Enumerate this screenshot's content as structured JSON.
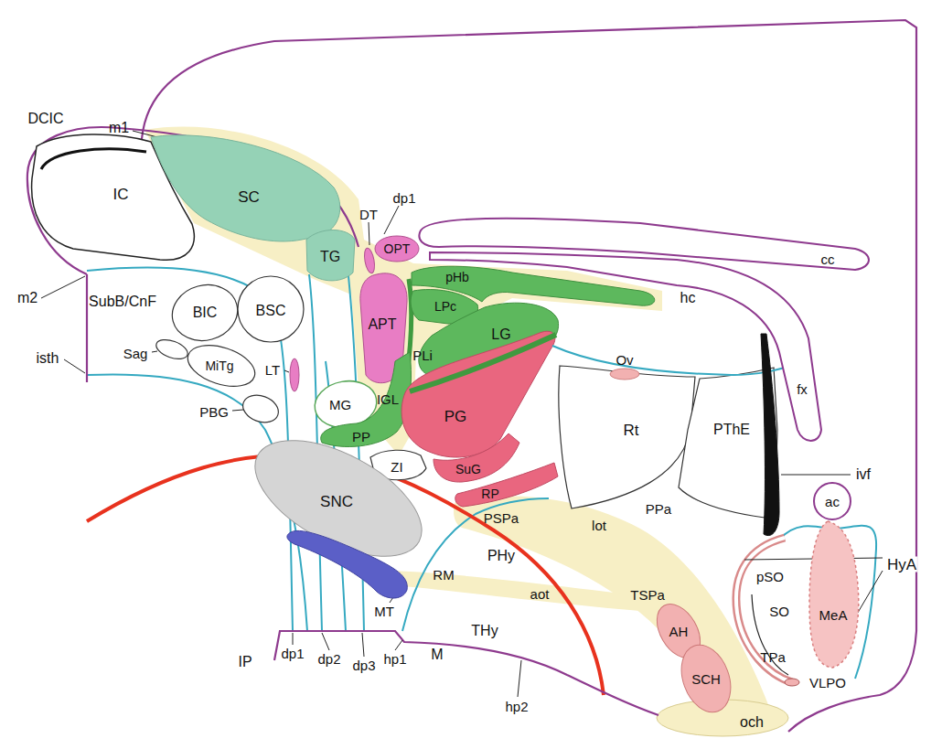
{
  "diagram": {
    "nodes": [
      {
        "text": [
          "IC"
        ]
      },
      {
        "text": [
          "SC"
        ]
      },
      {
        "text": [
          "TG"
        ]
      },
      {
        "text": [
          "BIC"
        ]
      },
      {
        "text": [
          "BSC"
        ]
      },
      {
        "text": [
          "OPT"
        ]
      },
      {
        "text": [
          "APT"
        ]
      },
      {
        "text": [
          "pHb"
        ]
      },
      {
        "text": [
          "LPc"
        ]
      },
      {
        "text": [
          "LG"
        ]
      },
      {
        "text": [
          "MG"
        ]
      },
      {
        "text": [
          "PP"
        ]
      },
      {
        "text": [
          "PG"
        ]
      },
      {
        "text": [
          "ZI"
        ]
      },
      {
        "text": [
          "SuG"
        ]
      },
      {
        "text": [
          "RP"
        ]
      },
      {
        "text": [
          "Rt"
        ]
      },
      {
        "text": [
          "PThE"
        ]
      },
      {
        "text": [
          "cc"
        ]
      },
      {
        "text": [
          "fx"
        ]
      },
      {
        "text": [
          "ac"
        ]
      },
      {
        "text": [
          "MiTg"
        ]
      },
      {
        "text": [
          "SNC"
        ]
      },
      {
        "text": [
          "AH"
        ]
      },
      {
        "text": [
          "SCH"
        ]
      },
      {
        "text": [
          "MeA"
        ]
      }
    ],
    "labels": [
      "DCIC",
      "m1",
      "m2",
      "SubB/CnF",
      "isth",
      "Sag",
      "PBG",
      "LT",
      "DT",
      "dp1",
      "PLi",
      "IGL",
      "Ov",
      "hc",
      "ivf",
      "HyA",
      "pSO",
      "SO",
      "TPa",
      "VLPO",
      "och",
      "TSPa",
      "lot",
      "PPa",
      "PSPa",
      "PHy",
      "aot",
      "RM",
      "THy",
      "M",
      "hp1",
      "MT",
      "dp1",
      "dp2",
      "dp3",
      "IP",
      "hp2"
    ]
  }
}
